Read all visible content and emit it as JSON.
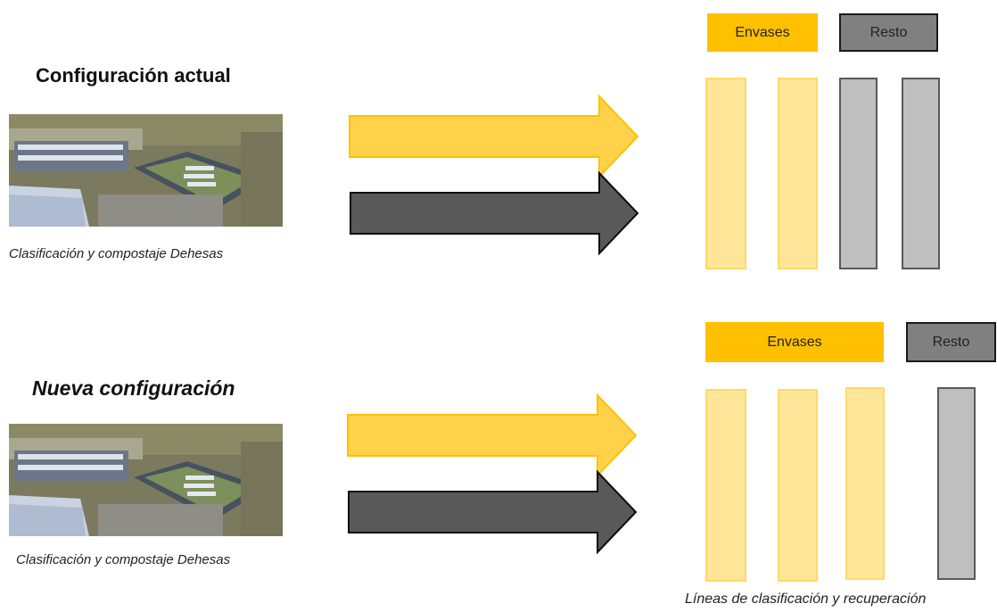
{
  "sections": {
    "current": {
      "title": "Configuración actual",
      "caption": "Clasificación y compostaje Dehesas",
      "legend": {
        "envases": "Envases",
        "resto": "Resto"
      },
      "lines": {
        "envases_count": 2,
        "resto_count": 2
      }
    },
    "new": {
      "title": "Nueva configuración",
      "caption": "Clasificación y compostaje Dehesas",
      "legend": {
        "envases": "Envases",
        "resto": "Resto"
      },
      "lines": {
        "envases_count": 3,
        "resto_count": 1
      }
    }
  },
  "footer_caption": "Líneas de clasificación y recuperación",
  "colors": {
    "envases": "#ffc000",
    "envases_line": "#ffe699",
    "resto": "#808080",
    "resto_line": "#bfbfbf",
    "arrow_yellow": "#ffd24a",
    "arrow_gray": "#595959"
  }
}
